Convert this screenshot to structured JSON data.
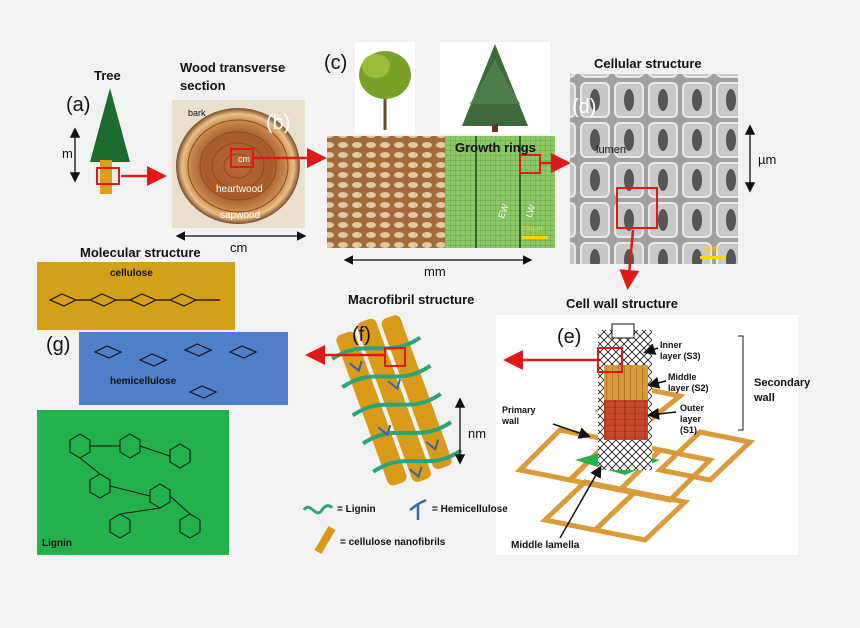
{
  "panel_letters": {
    "a": "(a)",
    "b": "(b)",
    "c": "(c)",
    "d": "(d)",
    "e": "(e)",
    "f": "(f)",
    "g": "(g)"
  },
  "titles": {
    "tree": "Tree",
    "wood_section_line1": "Wood transverse",
    "wood_section_line2": "section",
    "cellular": "Cellular structure",
    "molecular": "Molecular structure",
    "macrofibril": "Macrofibril structure",
    "cell_wall": "Cell wall structure"
  },
  "scales": {
    "m": "m",
    "cm": "cm",
    "mm": "mm",
    "um": "µm",
    "nm": "nm"
  },
  "wood_labels": {
    "bark": "bark",
    "heartwood": "heartwood",
    "sapwood": "sapwood",
    "cm_small": "cm"
  },
  "growth": {
    "rings": "Growth rings",
    "ew": "EW",
    "lw": "LW",
    "scale_bar": "200µm"
  },
  "cellular_labels": {
    "lumen": "lumen",
    "scale_bar": "20µm"
  },
  "molecules": {
    "cellulose": "cellulose",
    "hemicellulose": "hemicellulose",
    "lignin": "Lignin"
  },
  "cell_wall_labels": {
    "inner1": "Inner",
    "inner2": "layer (S3)",
    "middle1": "Middle",
    "middle2": "layer (S2)",
    "outer1": "Outer",
    "outer2": "layer",
    "outer3": "(S1)",
    "primary1": "Primary",
    "primary2": "wall",
    "secondary1": "Secondary",
    "secondary2": "wall",
    "lamella": "Middle lamella"
  },
  "legend": {
    "lignin": "= Lignin",
    "hemicellulose": "= Hemicellulose",
    "cellulose": "= cellulose nanofibrils"
  },
  "colors": {
    "arrow": "#e01818",
    "cellulose_bg": "#d4a017",
    "hemi_bg": "#4f7fc8",
    "lignin_bg": "#22b14c",
    "fibril": "#d99a1a",
    "lignin_line": "#2aa57a",
    "hemi_line": "#3a64a8"
  }
}
